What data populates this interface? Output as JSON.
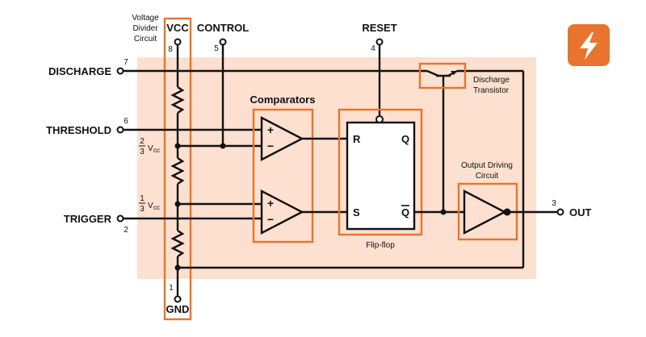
{
  "colors": {
    "accent": "#e8742e",
    "panel": "#fde0cf",
    "wire": "#111111"
  },
  "logo": {
    "icon": "lightning-bolt-icon"
  },
  "labels": {
    "voltage_divider": [
      "Voltage",
      "Divider",
      "Circuit"
    ],
    "comparators": "Comparators",
    "flip_flop": "Flip-flop",
    "discharge_transistor": [
      "Discharge",
      "Transistor"
    ],
    "output_driving": [
      "Output Driving",
      "Circuit"
    ],
    "two_thirds_vcc": {
      "num": "2",
      "den": "3",
      "v": "V",
      "sub": "cc"
    },
    "one_third_vcc": {
      "num": "1",
      "den": "3",
      "v": "V",
      "sub": "cc"
    }
  },
  "pins": {
    "vcc": {
      "name": "VCC",
      "num": "8"
    },
    "control": {
      "name": "CONTROL",
      "num": "5"
    },
    "reset": {
      "name": "RESET",
      "num": "4"
    },
    "discharge": {
      "name": "DISCHARGE",
      "num": "7"
    },
    "threshold": {
      "name": "THRESHOLD",
      "num": "6"
    },
    "trigger": {
      "name": "TRIGGER",
      "num": "2"
    },
    "out": {
      "name": "OUT",
      "num": "3"
    },
    "gnd": {
      "name": "GND",
      "num": "1"
    }
  },
  "comparator_signs": {
    "plus": "+",
    "minus": "−"
  },
  "flipflop_pins": {
    "r": "R",
    "s": "S",
    "q": "Q",
    "qbar": "Q"
  }
}
